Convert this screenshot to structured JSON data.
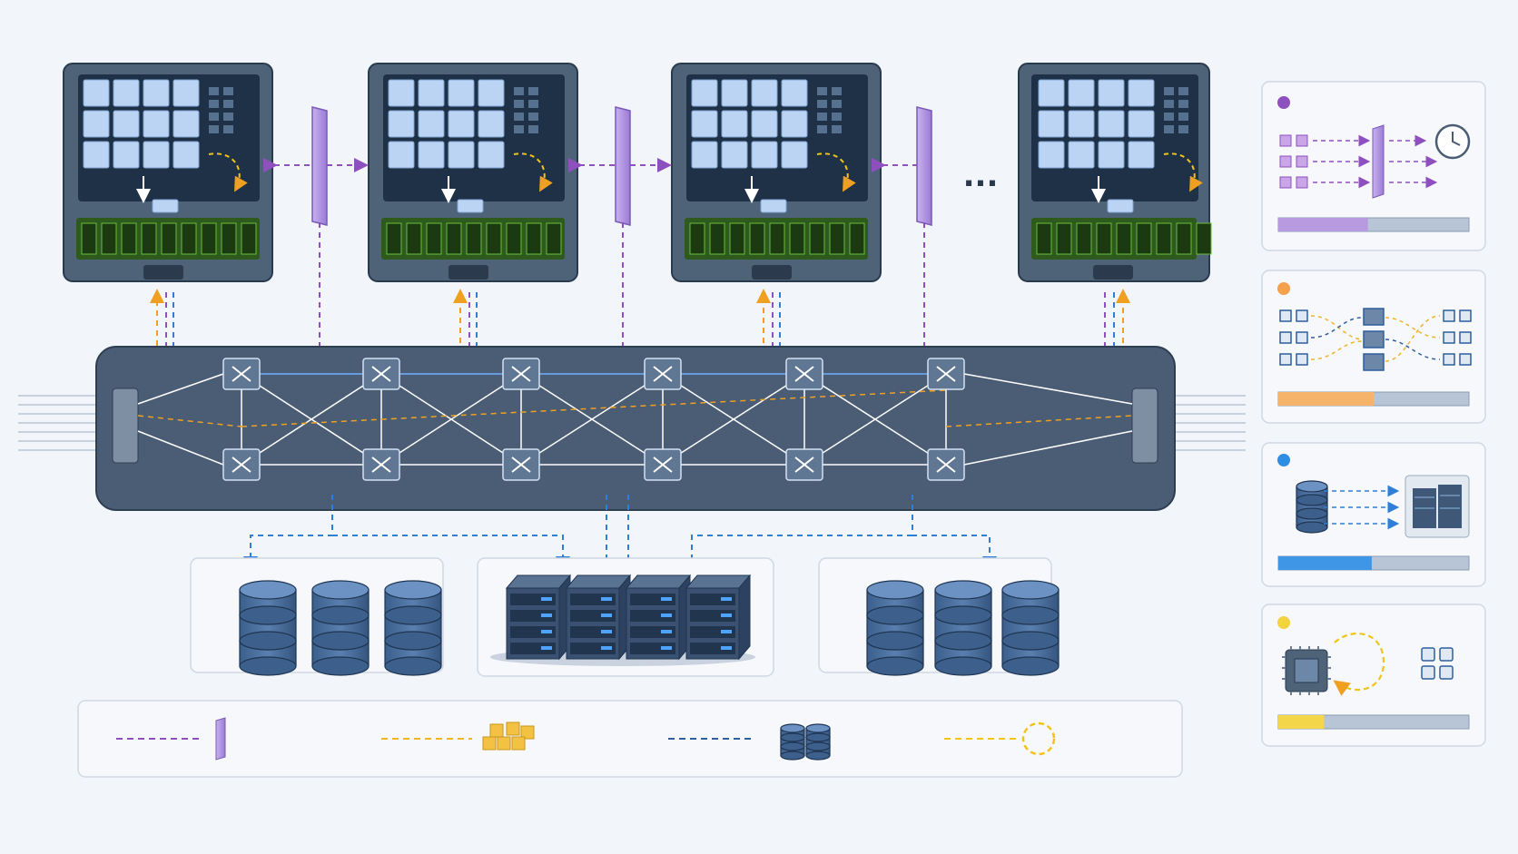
{
  "diagram": {
    "ellipsis": "...",
    "nodes": [
      {
        "id": "gpu-node-1"
      },
      {
        "id": "gpu-node-2"
      },
      {
        "id": "gpu-node-3"
      },
      {
        "id": "gpu-node-4"
      }
    ],
    "fabric": {
      "switch_icon": "switch-icon",
      "port_icon": "port-connector-icon"
    },
    "storage_groups": [
      {
        "kind": "database-cylinders",
        "count": 3
      },
      {
        "kind": "server-racks",
        "count": 4
      },
      {
        "kind": "database-cylinders",
        "count": 3
      }
    ],
    "legend": [
      {
        "line_color": "#8e4fbf",
        "icon": "purple-slab-icon"
      },
      {
        "line_color": "#f0b429",
        "icon": "yellow-cubes-icon"
      },
      {
        "line_color": "#2f5f9e",
        "icon": "database-stack-icon"
      },
      {
        "line_color": "#f0c419",
        "icon": "circular-arrow-icon"
      }
    ],
    "side_panels": [
      {
        "dot_color": "#8e4fbf",
        "icon": "clock-icon",
        "bar_fill": 0.47,
        "bar_color": "#b79ae0"
      },
      {
        "dot_color": "#f5a04a",
        "icon": "switch-mesh-icon",
        "bar_fill": 0.5,
        "bar_color": "#f6b36a"
      },
      {
        "dot_color": "#2f8de4",
        "icon": "server-rack-icon",
        "bar_fill": 0.49,
        "bar_color": "#3f95e6"
      },
      {
        "dot_color": "#f2d43c",
        "icon": "chip-icon",
        "bar_fill": 0.24,
        "bar_color": "#f3d64a"
      }
    ],
    "colors": {
      "purple": "#8e4fbf",
      "orange": "#f0a020",
      "blue": "#2f7fd8",
      "navy": "#2f5f9e",
      "fabric": "#4a5d75"
    }
  }
}
